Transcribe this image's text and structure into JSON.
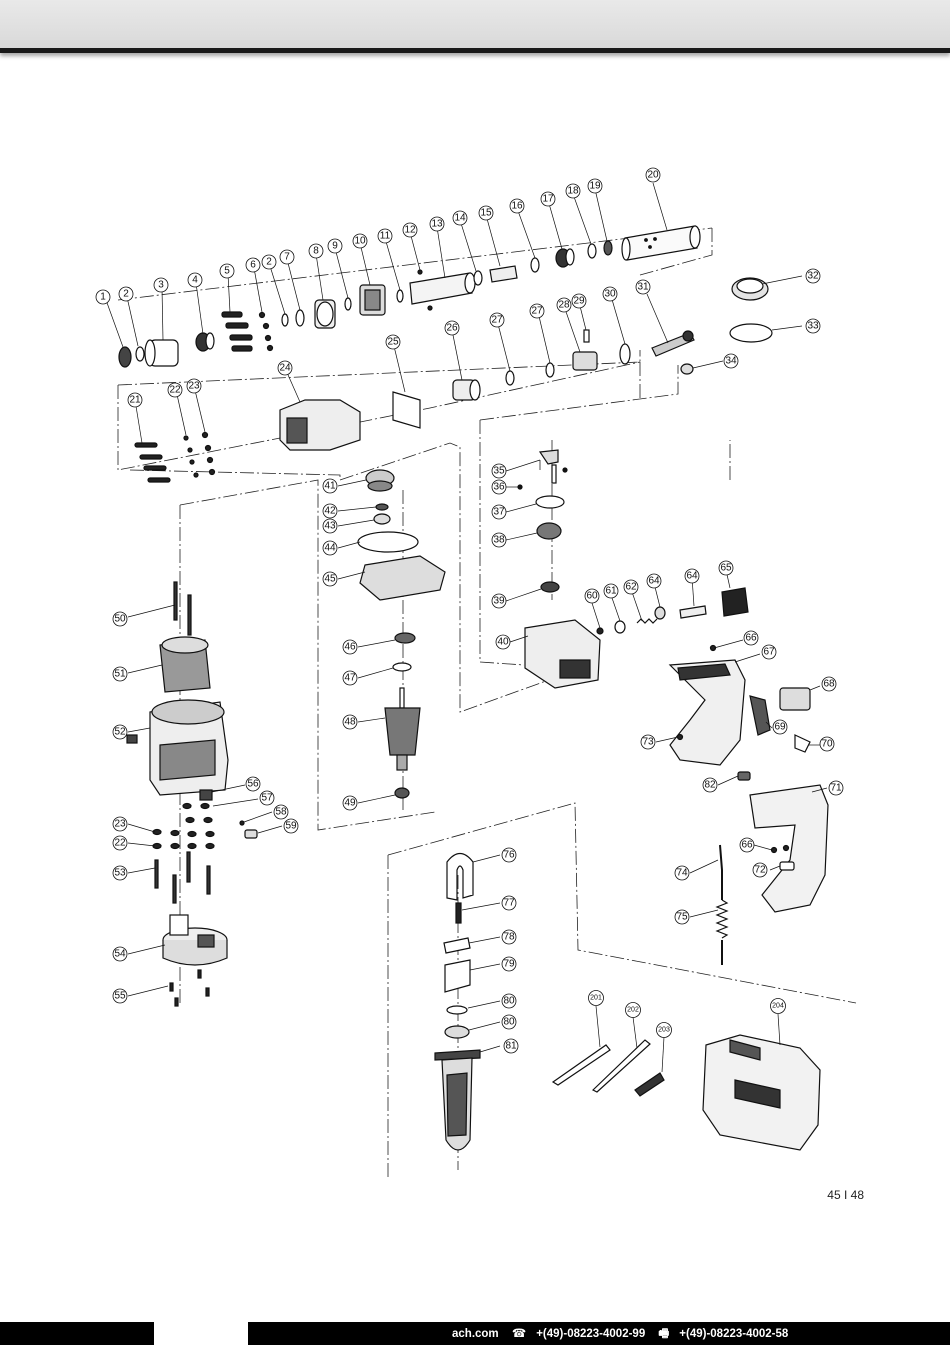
{
  "page_number": "45 I 48",
  "footer": {
    "website": "ach.com",
    "phone_icon": "phone-icon",
    "phone": "+(49)-08223-4002-99",
    "fax_icon": "fax-icon",
    "fax": "+(49)-08223-4002-58"
  },
  "callouts": [
    {
      "label": "1"
    },
    {
      "label": "2"
    },
    {
      "label": "3"
    },
    {
      "label": "4"
    },
    {
      "label": "5"
    },
    {
      "label": "6"
    },
    {
      "label": "2"
    },
    {
      "label": "7"
    },
    {
      "label": "8"
    },
    {
      "label": "9"
    },
    {
      "label": "10"
    },
    {
      "label": "11"
    },
    {
      "label": "12"
    },
    {
      "label": "13"
    },
    {
      "label": "14"
    },
    {
      "label": "15"
    },
    {
      "label": "16"
    },
    {
      "label": "17"
    },
    {
      "label": "18"
    },
    {
      "label": "19"
    },
    {
      "label": "20"
    },
    {
      "label": "32"
    },
    {
      "label": "33"
    },
    {
      "label": "31"
    },
    {
      "label": "34"
    },
    {
      "label": "30"
    },
    {
      "label": "29"
    },
    {
      "label": "28"
    },
    {
      "label": "27"
    },
    {
      "label": "27"
    },
    {
      "label": "26"
    },
    {
      "label": "25"
    },
    {
      "label": "24"
    },
    {
      "label": "21"
    },
    {
      "label": "22"
    },
    {
      "label": "23"
    },
    {
      "label": "41"
    },
    {
      "label": "42"
    },
    {
      "label": "43"
    },
    {
      "label": "44"
    },
    {
      "label": "45"
    },
    {
      "label": "46"
    },
    {
      "label": "47"
    },
    {
      "label": "48"
    },
    {
      "label": "49"
    },
    {
      "label": "35"
    },
    {
      "label": "36"
    },
    {
      "label": "37"
    },
    {
      "label": "38"
    },
    {
      "label": "39"
    },
    {
      "label": "40"
    },
    {
      "label": "60"
    },
    {
      "label": "61"
    },
    {
      "label": "62"
    },
    {
      "label": "64"
    },
    {
      "label": "64"
    },
    {
      "label": "65"
    },
    {
      "label": "66"
    },
    {
      "label": "67"
    },
    {
      "label": "68"
    },
    {
      "label": "69"
    },
    {
      "label": "70"
    },
    {
      "label": "73"
    },
    {
      "label": "82"
    },
    {
      "label": "71"
    },
    {
      "label": "50"
    },
    {
      "label": "51"
    },
    {
      "label": "52"
    },
    {
      "label": "56"
    },
    {
      "label": "57"
    },
    {
      "label": "58"
    },
    {
      "label": "59"
    },
    {
      "label": "23"
    },
    {
      "label": "22"
    },
    {
      "label": "53"
    },
    {
      "label": "54"
    },
    {
      "label": "55"
    },
    {
      "label": "76"
    },
    {
      "label": "77"
    },
    {
      "label": "78"
    },
    {
      "label": "79"
    },
    {
      "label": "80"
    },
    {
      "label": "80"
    },
    {
      "label": "81"
    },
    {
      "label": "74"
    },
    {
      "label": "75"
    },
    {
      "label": "66"
    },
    {
      "label": "72"
    },
    {
      "label": "201"
    },
    {
      "label": "202"
    },
    {
      "label": "203"
    },
    {
      "label": "204"
    }
  ]
}
